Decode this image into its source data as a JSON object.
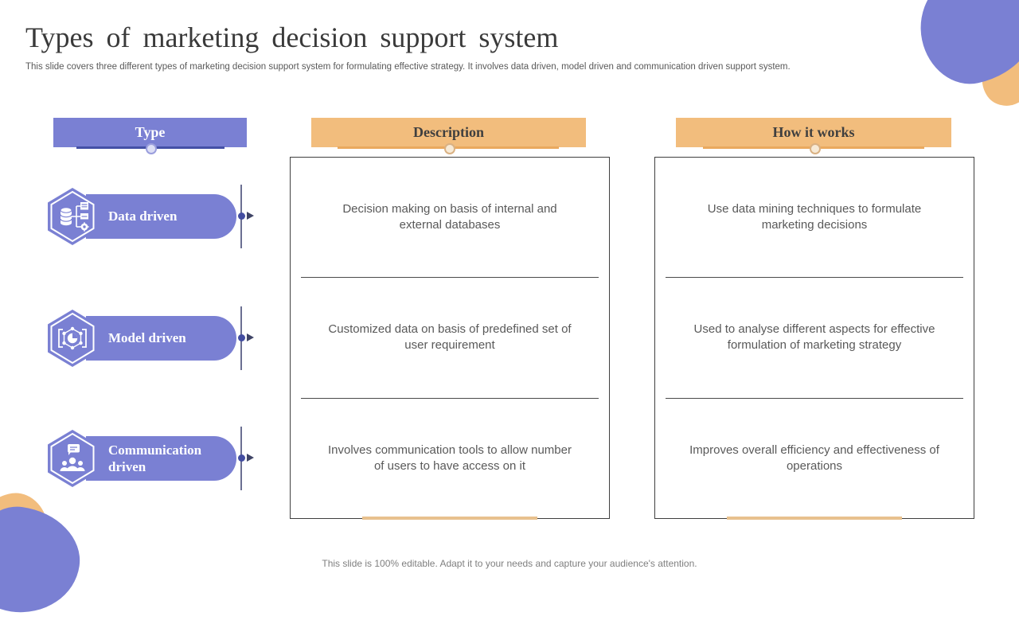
{
  "slide": {
    "title": "Types of marketing decision support system",
    "subtitle": "This slide covers three different types of marketing decision support system for formulating effective strategy. It involves data driven, model driven and communication driven support system.",
    "footer": "This slide is 100% editable. Adapt it to your needs and capture your audience's attention."
  },
  "columns": {
    "type": {
      "label": "Type"
    },
    "description": {
      "label": "Description"
    },
    "how": {
      "label": "How it works"
    }
  },
  "rows": [
    {
      "type_label": "Data driven",
      "icon": "database-network-icon",
      "description": "Decision making on basis of internal and external databases",
      "how_it_works": "Use data mining techniques to formulate marketing decisions"
    },
    {
      "type_label": "Model driven",
      "icon": "model-network-icon",
      "description": "Customized data on basis of predefined set of user requirement",
      "how_it_works": "Used to analyse different aspects for effective formulation of marketing strategy"
    },
    {
      "type_label": "Communication driven",
      "icon": "communication-group-icon",
      "description": "Involves communication tools to allow number of users to have access on it",
      "how_it_works": "Improves overall efficiency and effectiveness of operations"
    }
  ],
  "colors": {
    "purple": "#7a80d3",
    "purple_dark": "#4450a6",
    "connector_slate": "#6b6f92",
    "orange": "#f2bd7d",
    "orange_dark": "#eaa95e",
    "tan_accent": "#e8c18e",
    "title_text": "#3a3a3a",
    "body_text": "#595959",
    "footer_text": "#7f7f7f"
  }
}
